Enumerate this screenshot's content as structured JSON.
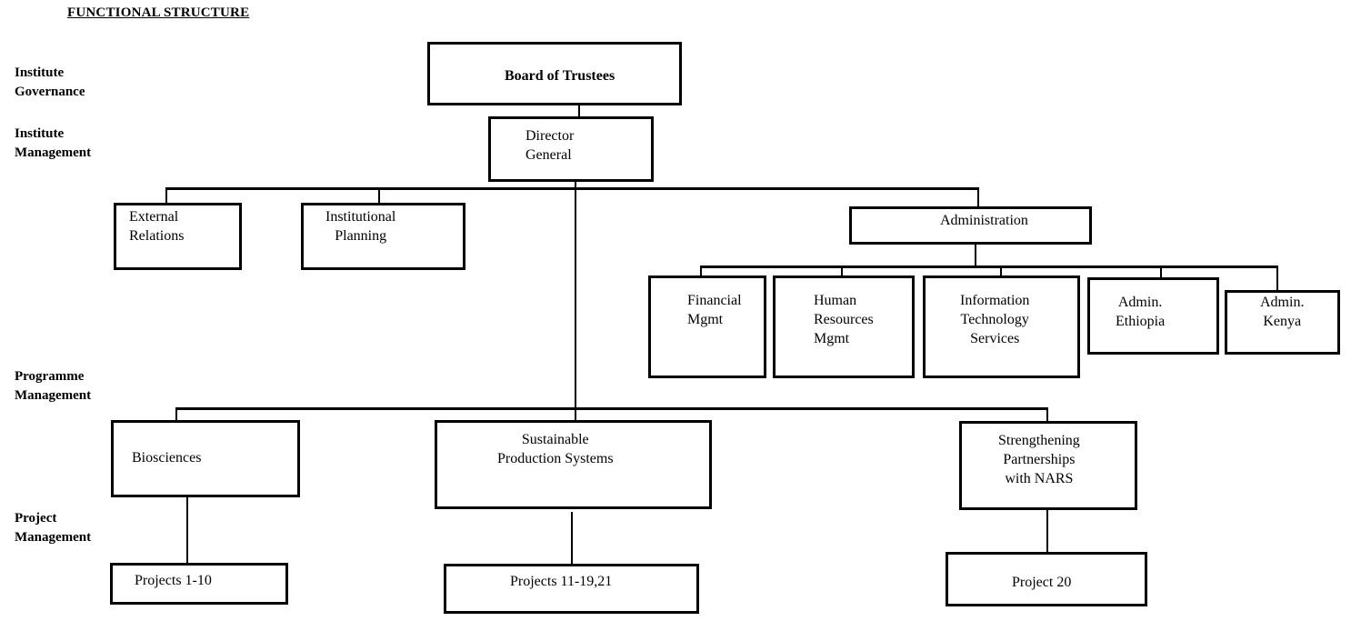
{
  "title": "FUNCTIONAL STRUCTURE",
  "levels": {
    "governance": "Institute\nGovernance",
    "institute_management": "Institute\nManagement",
    "programme_management": "Programme\nManagement",
    "project_management": "Project\nManagement"
  },
  "nodes": {
    "board": "Board of Trustees",
    "director_general": "Director\nGeneral",
    "external_relations": "External\nRelations",
    "institutional_planning": "Institutional\nPlanning",
    "administration": "Administration",
    "financial_mgmt": "Financial\nMgmt",
    "human_resources": "Human\nResources\nMgmt",
    "it_services": "Information\nTechnology\nServices",
    "admin_ethiopia": "Admin.\nEthiopia",
    "admin_kenya": "Admin.\nKenya",
    "biosciences": "Biosciences",
    "sustainable_production": "Sustainable\nProduction Systems",
    "strengthening_partnerships": "Strengthening\nPartnerships\nwith NARS",
    "projects_1_10": "Projects 1-10",
    "projects_11_19_21": "Projects 11-19,21",
    "project_20": "Project 20"
  }
}
